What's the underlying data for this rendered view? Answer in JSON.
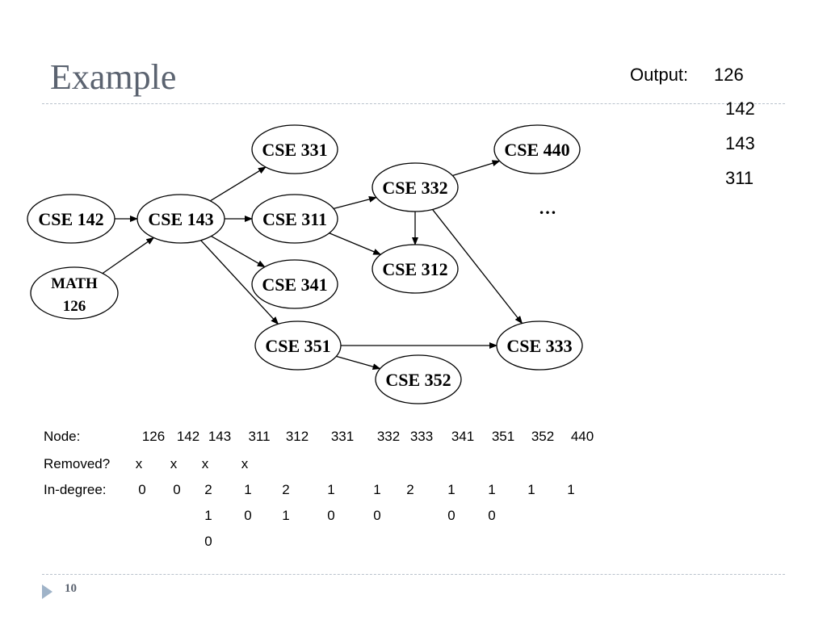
{
  "slide": {
    "title": "Example",
    "page_number": "10"
  },
  "output": {
    "label": "Output:",
    "values": [
      "126",
      "142",
      "143",
      "311"
    ]
  },
  "graph": {
    "nodes": [
      {
        "id": "cse142",
        "lines": [
          "CSE 142"
        ]
      },
      {
        "id": "math126",
        "lines": [
          "MATH",
          "126"
        ]
      },
      {
        "id": "cse143",
        "lines": [
          "CSE 143"
        ]
      },
      {
        "id": "cse331",
        "lines": [
          "CSE 331"
        ]
      },
      {
        "id": "cse311",
        "lines": [
          "CSE 311"
        ]
      },
      {
        "id": "cse341",
        "lines": [
          "CSE 341"
        ]
      },
      {
        "id": "cse351",
        "lines": [
          "CSE 351"
        ]
      },
      {
        "id": "cse332",
        "lines": [
          "CSE 332"
        ]
      },
      {
        "id": "cse312",
        "lines": [
          "CSE 312"
        ]
      },
      {
        "id": "cse352",
        "lines": [
          "CSE 352"
        ]
      },
      {
        "id": "cse440",
        "lines": [
          "CSE 440"
        ]
      },
      {
        "id": "cse333",
        "lines": [
          "CSE 333"
        ]
      }
    ],
    "edges": [
      [
        "cse142",
        "cse143"
      ],
      [
        "math126",
        "cse143"
      ],
      [
        "cse143",
        "cse331"
      ],
      [
        "cse143",
        "cse311"
      ],
      [
        "cse143",
        "cse341"
      ],
      [
        "cse143",
        "cse351"
      ],
      [
        "cse311",
        "cse332"
      ],
      [
        "cse311",
        "cse312"
      ],
      [
        "cse332",
        "cse312"
      ],
      [
        "cse332",
        "cse440"
      ],
      [
        "cse332",
        "cse333"
      ],
      [
        "cse351",
        "cse333"
      ],
      [
        "cse351",
        "cse352"
      ]
    ],
    "ellipsis": "…"
  },
  "table": {
    "node_label": "Node:",
    "removed_label": "Removed?",
    "indegree_label": "In-degree:",
    "nodes": [
      "126",
      "142",
      "143",
      "311",
      "312",
      "331",
      "332",
      "333",
      "341",
      "351",
      "352",
      "440"
    ],
    "removed": [
      "x",
      "x",
      "x",
      "x",
      "",
      "",
      "",
      "",
      "",
      "",
      "",
      ""
    ],
    "indegree_rows": [
      [
        "0",
        "0",
        "2",
        "1",
        "2",
        "1",
        "1",
        "2",
        "1",
        "1",
        "1",
        "1"
      ],
      [
        "",
        "",
        "1",
        "0",
        "1",
        "0",
        "0",
        "",
        "0",
        "0",
        "",
        ""
      ],
      [
        "",
        "",
        "0",
        "",
        "",
        "",
        "",
        "",
        "",
        "",
        "",
        ""
      ]
    ]
  }
}
